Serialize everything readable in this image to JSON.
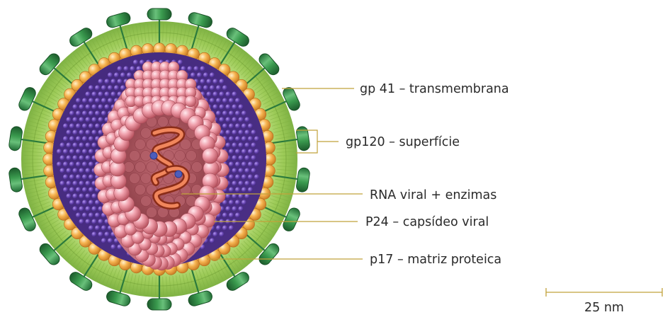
{
  "labels": {
    "gp41": "gp 41 – transmembrana",
    "gp120": "gp120 – superfície",
    "rna": "RNA viral + enzimas",
    "p24": "P24 – capsídeo viral",
    "p17": "p17 – matriz proteica"
  },
  "scale_bar": {
    "label": "25 nm"
  },
  "colors": {
    "envelope": "#8ec34a",
    "glycoprotein": "#3d9a4c",
    "matrix_bead": "#f0a94a",
    "matrix_inner": "#4a2e82",
    "purple_bead": "#6d4ab8",
    "capsid_bead": "#e58d9a",
    "capsid_core": "#a8555e",
    "rna_strand": "#d2552f",
    "leader_line": "#c1a23a"
  }
}
